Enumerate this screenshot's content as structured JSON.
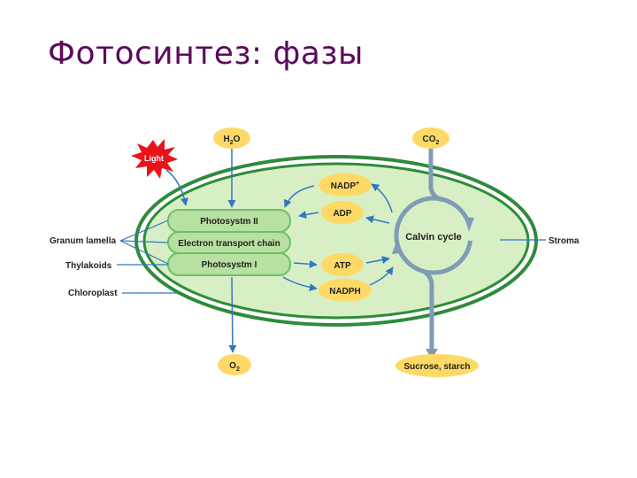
{
  "title": "Фотосинтез: фазы",
  "diagram": {
    "inputs": {
      "water": "H",
      "water_sub": "2",
      "water_tail": "O",
      "co2": "CO",
      "co2_sub": "2",
      "light": "Light"
    },
    "outputs": {
      "oxygen": "O",
      "oxygen_sub": "2",
      "sugar": "Sucrose, starch"
    },
    "thylakoid": {
      "ps2": "Photosystm II",
      "etc": "Electron transport chain",
      "ps1": "Photosystm I"
    },
    "molecules": {
      "nadp": "NADP",
      "nadp_sup": "+",
      "adp": "ADP",
      "atp": "ATP",
      "nadph": "NADPH"
    },
    "cycle": "Calvin cycle",
    "labels": {
      "granum": "Granum lamella",
      "thylakoids": "Thylakoids",
      "chloroplast": "Chloroplast",
      "stroma": "Stroma"
    },
    "colors": {
      "title": "#5b0a5c",
      "membrane": "#2e8b3a",
      "stroma_fill": "#d8efc5",
      "thylakoid_fill": "#b8e0a0",
      "molecule_fill": "#ffd966",
      "arrow": "#2f78c0",
      "cycle_arrow": "#7f9bb5",
      "light_burst": "#e8141c"
    }
  }
}
